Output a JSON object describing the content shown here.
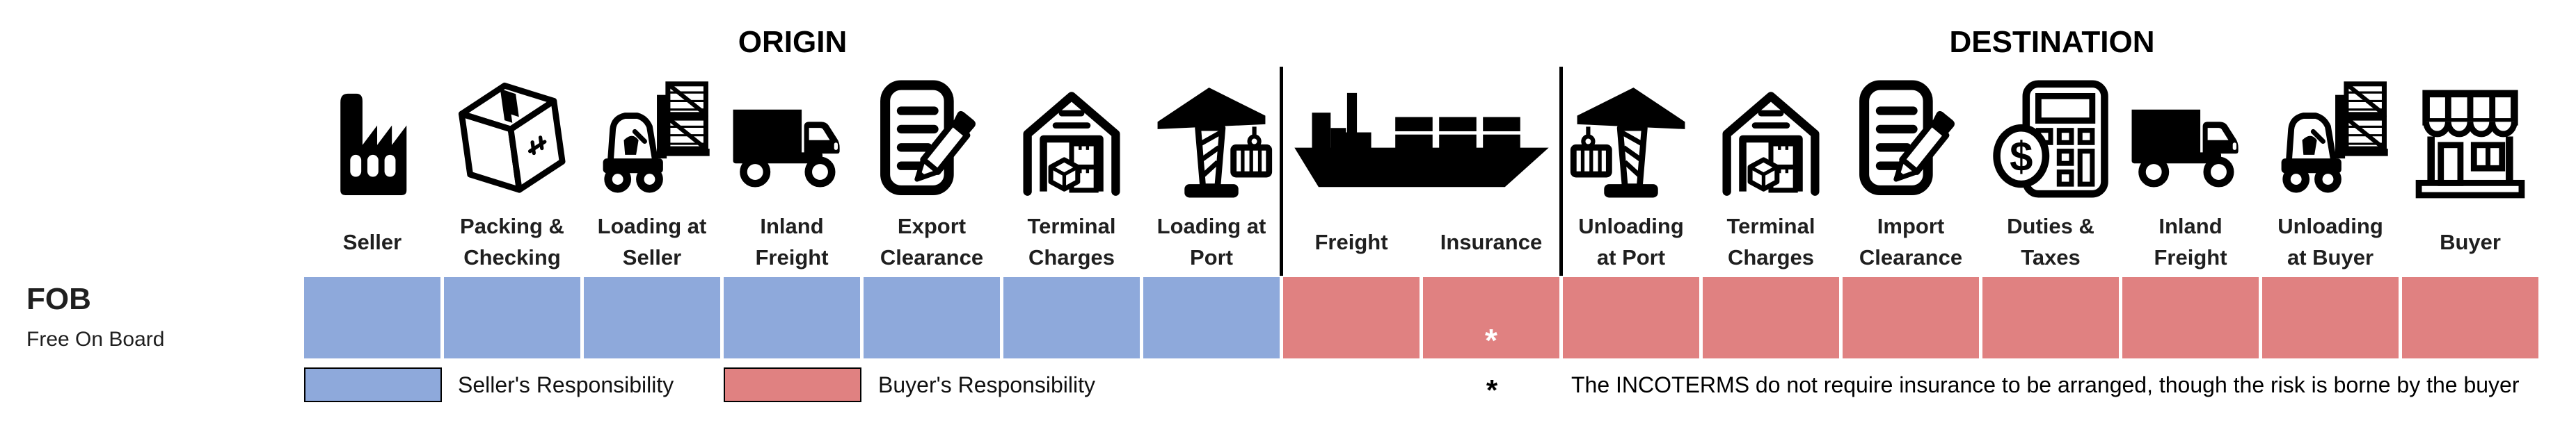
{
  "sections": {
    "origin": "ORIGIN",
    "destination": "DESTINATION"
  },
  "incoterm": {
    "code": "FOB",
    "name": "Free On Board"
  },
  "colors": {
    "seller": "#8EA9DB",
    "buyer": "#E08181",
    "ink": "#000000"
  },
  "columns": [
    {
      "id": "seller",
      "label": "Seller",
      "icon": "factory-icon",
      "responsibility": "seller"
    },
    {
      "id": "packing-checking",
      "label": "Packing &\nChecking",
      "icon": "package-icon",
      "responsibility": "seller"
    },
    {
      "id": "loading-at-seller",
      "label": "Loading at\nSeller",
      "icon": "forklift-icon",
      "responsibility": "seller"
    },
    {
      "id": "inland-freight-origin",
      "label": "Inland\nFreight",
      "icon": "truck-icon",
      "responsibility": "seller"
    },
    {
      "id": "export-clearance",
      "label": "Export\nClearance",
      "icon": "document-pencil-icon",
      "responsibility": "seller"
    },
    {
      "id": "terminal-charges-origin",
      "label": "Terminal\nCharges",
      "icon": "warehouse-icon",
      "responsibility": "seller"
    },
    {
      "id": "loading-at-port",
      "label": "Loading at\nPort",
      "icon": "crane-icon",
      "responsibility": "seller"
    },
    {
      "id": "freight",
      "label": "Freight",
      "icon": "cargo-ship-icon",
      "responsibility": "buyer",
      "shared_icon": "ship"
    },
    {
      "id": "insurance",
      "label": "Insurance",
      "icon": "cargo-ship-icon",
      "responsibility": "buyer",
      "shared_icon": "ship",
      "marker": "*"
    },
    {
      "id": "unloading-at-port",
      "label": "Unloading\nat Port",
      "icon": "crane-icon",
      "responsibility": "buyer",
      "mirror": true
    },
    {
      "id": "terminal-charges-destination",
      "label": "Terminal\nCharges",
      "icon": "warehouse-icon",
      "responsibility": "buyer"
    },
    {
      "id": "import-clearance",
      "label": "Import\nClearance",
      "icon": "document-pencil-icon",
      "responsibility": "buyer"
    },
    {
      "id": "duties-taxes",
      "label": "Duties &\nTaxes",
      "icon": "calculator-icon",
      "responsibility": "buyer"
    },
    {
      "id": "inland-freight-destination",
      "label": "Inland\nFreight",
      "icon": "truck-icon",
      "responsibility": "buyer"
    },
    {
      "id": "unloading-at-buyer",
      "label": "Unloading\nat Buyer",
      "icon": "forklift-icon",
      "responsibility": "buyer"
    },
    {
      "id": "buyer",
      "label": "Buyer",
      "icon": "storefront-icon",
      "responsibility": "buyer"
    }
  ],
  "legend": [
    {
      "label": "Seller's Responsibility",
      "color_key": "seller"
    },
    {
      "label": "Buyer's Responsibility",
      "color_key": "buyer"
    }
  ],
  "footnote": {
    "marker": "*",
    "text": "The INCOTERMS do not require insurance to be arranged, though the risk is borne by the buyer"
  }
}
